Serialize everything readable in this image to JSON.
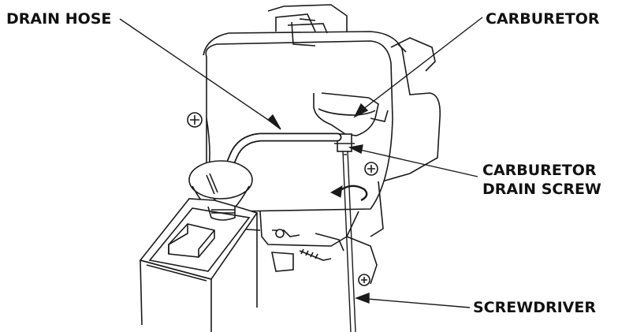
{
  "labels": {
    "drain_hose": "DRAIN HOSE",
    "carburetor": "CARBURETOR",
    "drain_screw_line1": "CARBURETOR",
    "drain_screw_line2": "DRAIN SCREW",
    "screwdriver": "SCREWDRIVER"
  },
  "colors": {
    "ink": "#1a1a1a",
    "background": "#ffffff",
    "shade": "#e6e6e6"
  }
}
